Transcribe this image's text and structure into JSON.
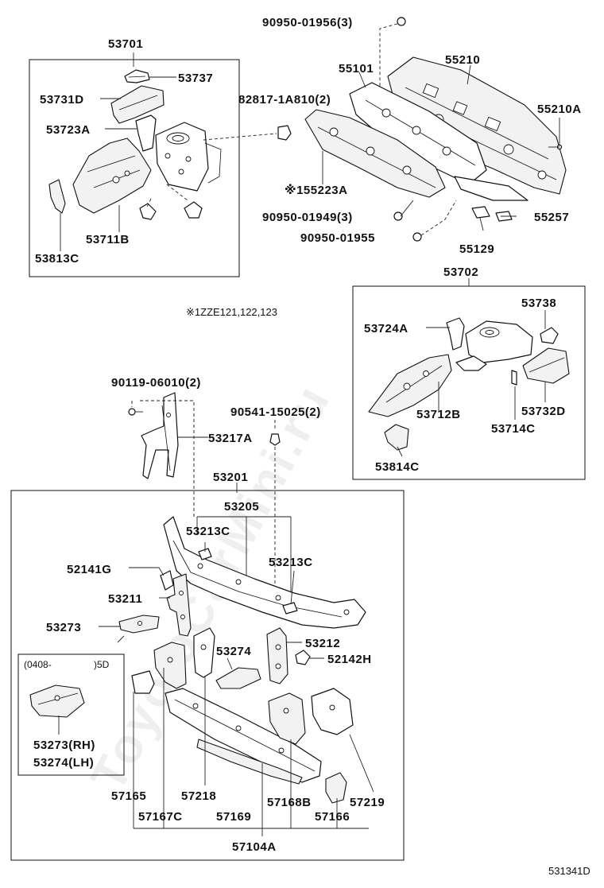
{
  "diagram": {
    "watermark": "ToyotaCarMini.ru",
    "drawing_code": "531341D",
    "groups": {
      "top_left_assy": "53701",
      "right_assy": "53702",
      "radiator_support_assy": "53201",
      "upper_support": "53205",
      "lower_support": "57104A"
    },
    "notes": {
      "applicability": "※1ZZE121,122,123",
      "inset_date": "(0408-",
      "inset_suffix": ")5D"
    },
    "labels": {
      "p53737": "53737",
      "p53731D": "53731D",
      "p53723A": "53723A",
      "p53711B": "53711B",
      "p53813C": "53813C",
      "p90950_01956": "90950-01956(3)",
      "p55101": "55101",
      "p55210": "55210",
      "p82817": "82817-1A810(2)",
      "p55210A": "55210A",
      "p55223A": "※155223A",
      "p90950_01949": "90950-01949(3)",
      "p55257": "55257",
      "p90950_01955": "90950-01955",
      "p55129": "55129",
      "p53738": "53738",
      "p53724A": "53724A",
      "p53712B": "53712B",
      "p53732D": "53732D",
      "p53714C": "53714C",
      "p53814C": "53814C",
      "p90119": "90119-06010(2)",
      "p90541": "90541-15025(2)",
      "p53217A": "53217A",
      "p53213C_a": "53213C",
      "p53213C_b": "53213C",
      "p52141G": "52141G",
      "p53211": "53211",
      "p53273": "53273",
      "p53212": "53212",
      "p53274": "53274",
      "p52142H": "52142H",
      "p53273RH": "53273(RH)",
      "p53274LH": "53274(LH)",
      "p57165": "57165",
      "p57218": "57218",
      "p57168B": "57168B",
      "p57219": "57219",
      "p57167C": "57167C",
      "p57169": "57169",
      "p57166": "57166"
    }
  }
}
